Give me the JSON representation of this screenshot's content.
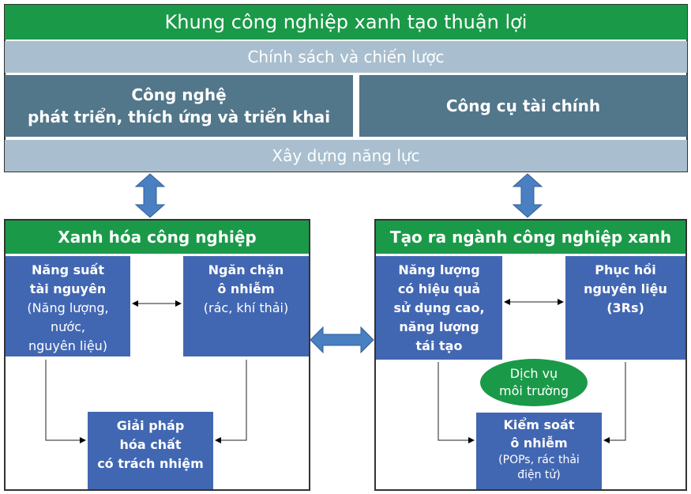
{
  "top": {
    "title": "Khung công nghiệp xanh tạo thuận lợi",
    "policy": "Chính sách và chiến lược",
    "technology": [
      "Công nghệ",
      "phát triển, thích ứng và triển khai"
    ],
    "finance": "Công cụ tài chính",
    "capacity": "Xây dựng năng lực"
  },
  "left": {
    "title": "Xanh hóa công nghiệp",
    "resource": {
      "title": [
        "Năng suất",
        "tài nguyên"
      ],
      "detail": [
        "(Năng lượng,",
        "nước,",
        "nguyên liệu)"
      ]
    },
    "prevention": {
      "title": [
        "Ngăn chặn",
        "ô nhiễm"
      ],
      "detail": [
        "(rác, khí thải)"
      ]
    },
    "chemical": {
      "title": [
        "Giải pháp",
        "hóa chất",
        "có trách nhiệm"
      ]
    }
  },
  "right": {
    "title": "Tạo ra ngành công nghiệp xanh",
    "energy": {
      "title": [
        "Năng lượng",
        "có hiệu quả",
        "sử dụng cao,",
        "năng lượng",
        "tái tạo"
      ]
    },
    "recovery": {
      "title": [
        "Phục hồi",
        "nguyên liệu",
        "(3Rs)"
      ]
    },
    "services": [
      "Dịch vụ",
      "môi trường"
    ],
    "control": {
      "title": [
        "Kiểm soát",
        "ô nhiễm"
      ],
      "detail": [
        "(POPs, rác thải",
        "điện tử)"
      ]
    }
  },
  "colors": {
    "green": "#1a9a48",
    "blue": "#4267b2",
    "teal": "#52768a",
    "band": "#a9bfcf",
    "arrow": "#4a7fc1"
  }
}
